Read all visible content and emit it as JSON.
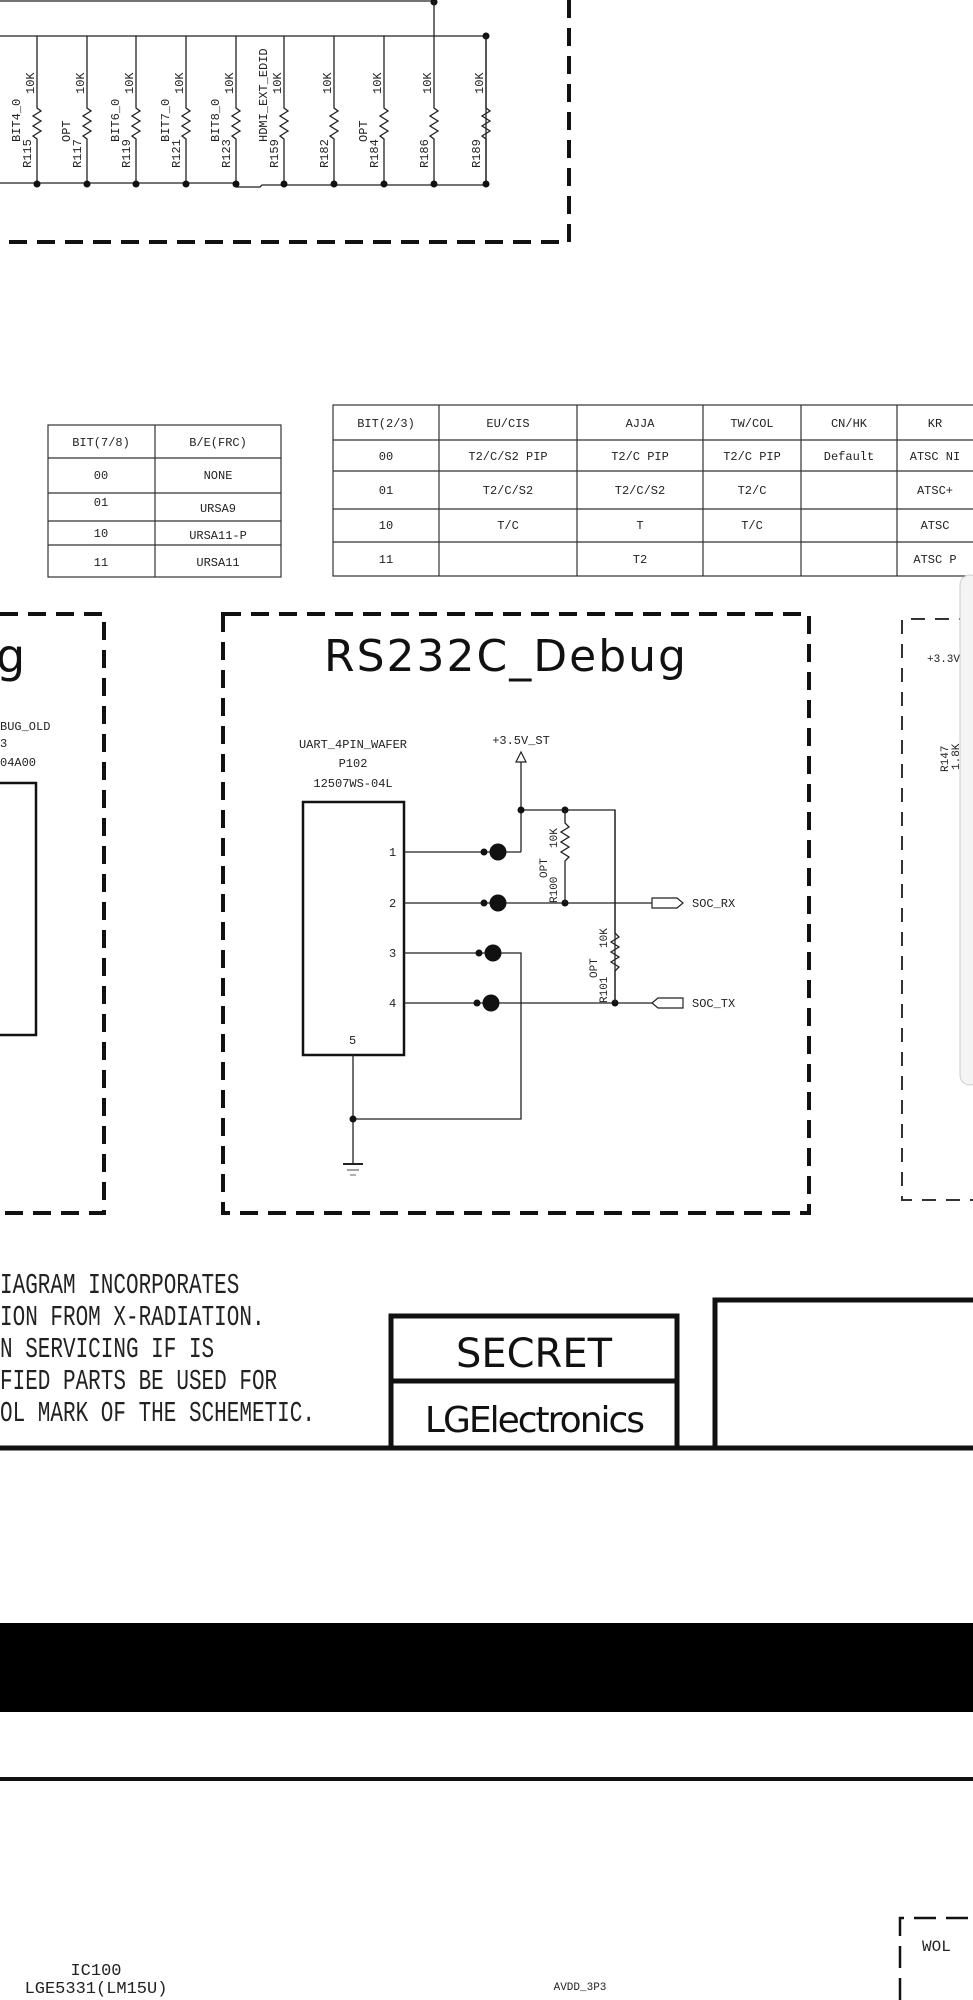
{
  "top_resistors": [
    {
      "ref": "R115",
      "opt": "BIT4_0",
      "val": "10K"
    },
    {
      "ref": "R117",
      "opt": "OPT",
      "val": "10K"
    },
    {
      "ref": "R119",
      "opt": "BIT6_0",
      "val": "10K"
    },
    {
      "ref": "R121",
      "opt": "BIT7_0",
      "val": "10K"
    },
    {
      "ref": "R123",
      "opt": "BIT8_0",
      "val": "10K"
    },
    {
      "ref": "R159",
      "opt": "HDMI_EXT_EDID",
      "val": "10K"
    },
    {
      "ref": "R182",
      "opt": "",
      "val": "10K"
    },
    {
      "ref": "R184",
      "opt": "OPT",
      "val": "10K"
    },
    {
      "ref": "R186",
      "opt": "",
      "val": "10K"
    },
    {
      "ref": "R189",
      "opt": "",
      "val": "10K"
    }
  ],
  "table_frc": {
    "headers": [
      "BIT(7/8)",
      "B/E(FRC)"
    ],
    "rows": [
      [
        "00",
        "NONE"
      ],
      [
        "01",
        "URSA9"
      ],
      [
        "10",
        "URSA11-P"
      ],
      [
        "11",
        "URSA11"
      ]
    ]
  },
  "table_region": {
    "headers": [
      "BIT(2/3)",
      "EU/CIS",
      "AJJA",
      "TW/COL",
      "CN/HK",
      "KR"
    ],
    "rows": [
      [
        "00",
        "T2/C/S2 PIP",
        "T2/C PIP",
        "T2/C PIP",
        "Default",
        "ATSC NI"
      ],
      [
        "01",
        "T2/C/S2",
        "T2/C/S2",
        "T2/C",
        "",
        "ATSC+"
      ],
      [
        "10",
        "T/C",
        "T",
        "T/C",
        "",
        "ATSC"
      ],
      [
        "11",
        "",
        "T2",
        "",
        "",
        "ATSC P"
      ]
    ]
  },
  "left_block": {
    "title_fragment": "g",
    "line1": "BUG_OLD",
    "line2": "3",
    "line3": "04A00"
  },
  "rs232": {
    "title": "RS232C_Debug",
    "conn_name": "UART_4PIN_WAFER",
    "conn_ref": "P102",
    "conn_part": "12507WS-04L",
    "pins": [
      "1",
      "2",
      "3",
      "4",
      "5"
    ],
    "power": "+3.5V_ST",
    "r100": {
      "ref": "R100",
      "opt": "OPT",
      "val": "10K"
    },
    "r101": {
      "ref": "R101",
      "opt": "OPT",
      "val": "10K"
    },
    "soc_rx": "SOC_RX",
    "soc_tx": "SOC_TX"
  },
  "right_block": {
    "power": "+3.3V",
    "ref": "R147",
    "val": "1.8K"
  },
  "notice_lines": [
    "IAGRAM INCORPORATES",
    "ION FROM X-RADIATION.",
    "N SERVICING IF IS",
    "FIED PARTS BE USED FOR",
    "OL MARK OF THE SCHEMETIC."
  ],
  "title_block": {
    "secret": "SECRET",
    "company": "LGElectronics"
  },
  "bottom": {
    "ic_ref": "IC100",
    "ic_part": "LGE5331(LM15U)",
    "net": "AVDD_3P3",
    "wol": "WOL"
  }
}
